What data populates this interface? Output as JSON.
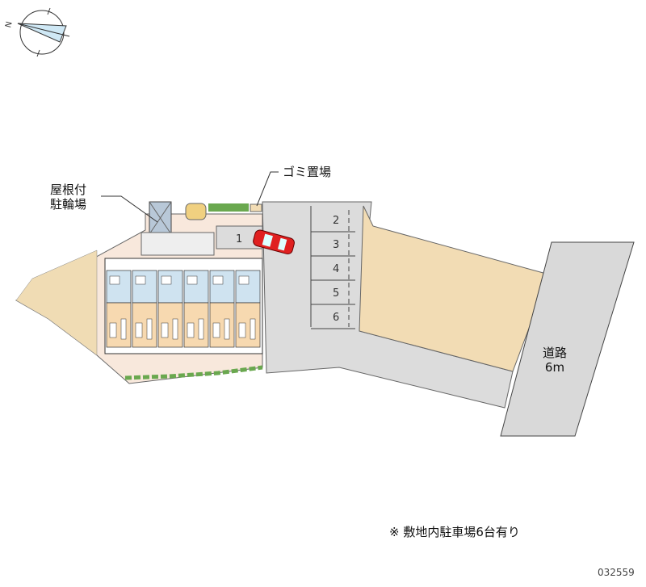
{
  "compass": {
    "north_label": "N"
  },
  "labels": {
    "bike_parking_line1": "屋根付",
    "bike_parking_line2": "駐輪場",
    "garbage": "ゴミ置場",
    "road_line1": "道路",
    "road_line2": "6m",
    "note": "※ 敷地内駐車場6台有り",
    "code": "032559"
  },
  "parking_spaces": [
    "1",
    "2",
    "3",
    "4",
    "5",
    "6"
  ],
  "colors": {
    "lot": "#f8e8dc",
    "tan": "#f2dcb4",
    "asphalt": "#dcdcdc",
    "road": "#d9d9d9",
    "unit_blue": "#cfe3f0",
    "unit_tan": "#f7d9b0",
    "car": "#e02020",
    "green": "#6aa84f"
  }
}
